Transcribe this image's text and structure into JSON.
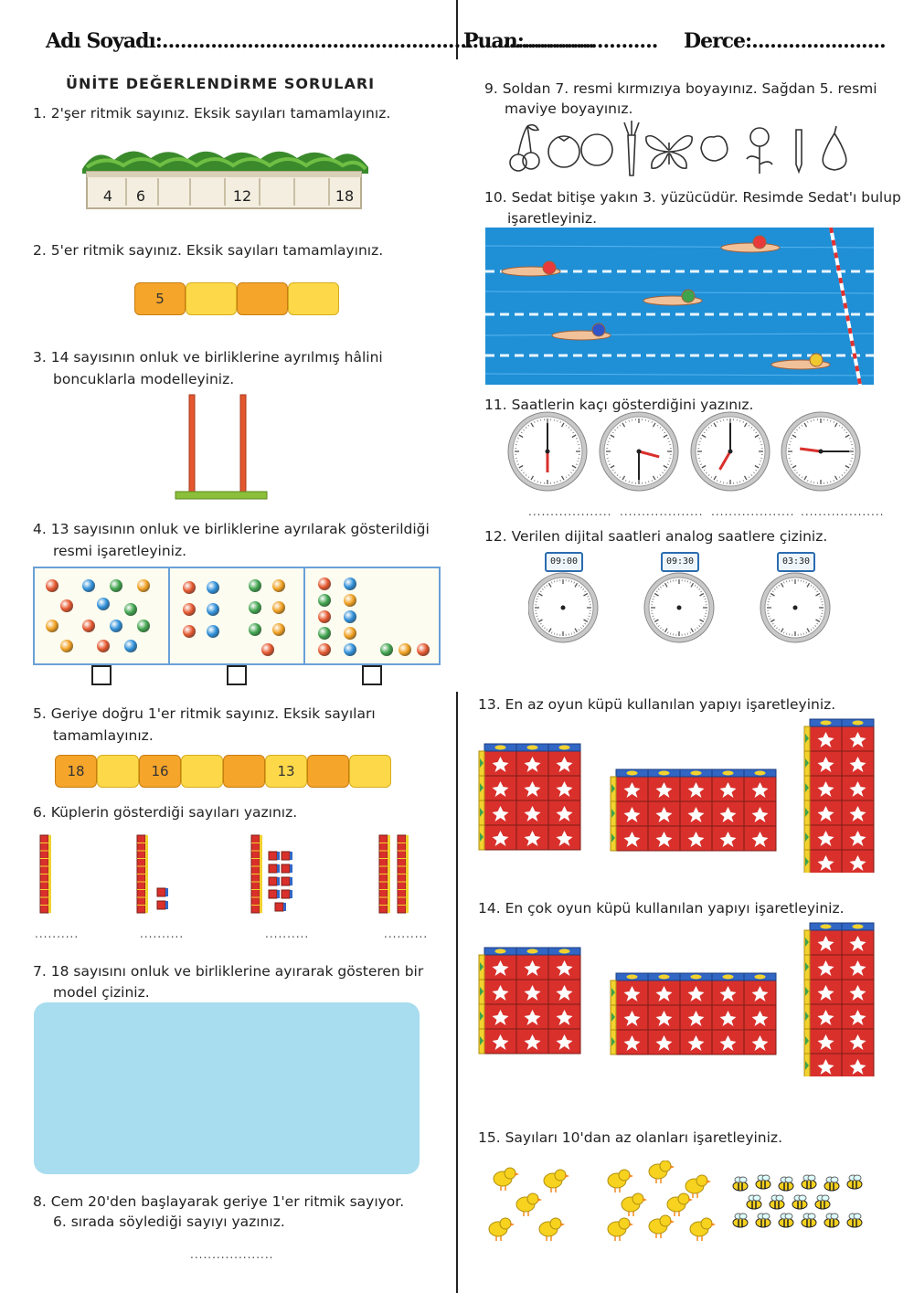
{
  "header": {
    "name_label": "Adı Soyadı:.......................................................................",
    "score_label": "Puan:......................",
    "grade_label": "Derce:......................"
  },
  "title": "ÜNİTE DEĞERLENDİRME SORULARI",
  "q1": {
    "text": "1. 2'şer ritmik sayınız. Eksik sayıları tamamlayınız.",
    "cells": [
      "4",
      "6",
      "",
      "",
      "12",
      "",
      "",
      "18"
    ]
  },
  "q2": {
    "text": "2. 5'er ritmik sayınız. Eksik sayıları tamamlayınız.",
    "beads": [
      "5",
      "",
      "",
      ""
    ]
  },
  "q3": {
    "line1": "3. 14 sayısının onluk ve birliklerine ayrılmış hâlini",
    "line2": "boncuklarla modelleyiniz."
  },
  "q4": {
    "line1": "4. 13 sayısının onluk ve birliklerine ayrılarak gösterildiği",
    "line2": "resmi işaretleyiniz."
  },
  "q5": {
    "line1": "5. Geriye doğru 1'er ritmik sayınız. Eksik sayıları",
    "line2": "tamamlayınız.",
    "beads": [
      "18",
      "",
      "16",
      "",
      "",
      "13",
      "",
      ""
    ]
  },
  "q6": {
    "text": "6. Küplerin gösterdiği sayıları yazınız.",
    "blanks": [
      "..........",
      "..........",
      "..........",
      ".........."
    ]
  },
  "q7": {
    "line1": "7. 18 sayısını onluk ve birliklerine ayırarak gösteren bir",
    "line2": "model çiziniz."
  },
  "q8": {
    "line1": "8. Cem 20'den başlayarak geriye 1'er ritmik sayıyor.",
    "line2": "6. sırada söylediği sayıyı yazınız.",
    "blank": "..................."
  },
  "q9": {
    "line1": "9. Soldan 7. resmi kırmızıya boyayınız. Sağdan 5. resmi",
    "line2": "maviye boyayınız."
  },
  "q10": {
    "line1": "10. Sedat bitişe yakın 3. yüzücüdür. Resimde Sedat'ı bulup",
    "line2": "işaretleyiniz."
  },
  "q11": {
    "text": "11. Saatlerin kaçı gösterdiğini yazınız.",
    "blanks": [
      "...................",
      "...................",
      "...................",
      "..................."
    ]
  },
  "q12": {
    "text": "12. Verilen dijital saatleri analog saatlere çiziniz.",
    "digital": [
      "09:00",
      "09:30",
      "03:30"
    ]
  },
  "q13": {
    "text": "13. En az oyun küpü kullanılan yapıyı işaretleyiniz."
  },
  "q14": {
    "text": "14. En çok oyun küpü kullanılan yapıyı işaretleyiniz."
  },
  "q15": {
    "text": "15. Sayıları 10'dan az olanları işaretleyiniz."
  },
  "colors": {
    "bead_orange": "#f4a52a",
    "bead_yellow": "#fdd94a",
    "pool": "#1f8fd6",
    "cube_red": "#d9302c",
    "cube_blue": "#3266c4",
    "cube_yellow": "#f2d22e",
    "box_blue": "#a8dcef"
  }
}
